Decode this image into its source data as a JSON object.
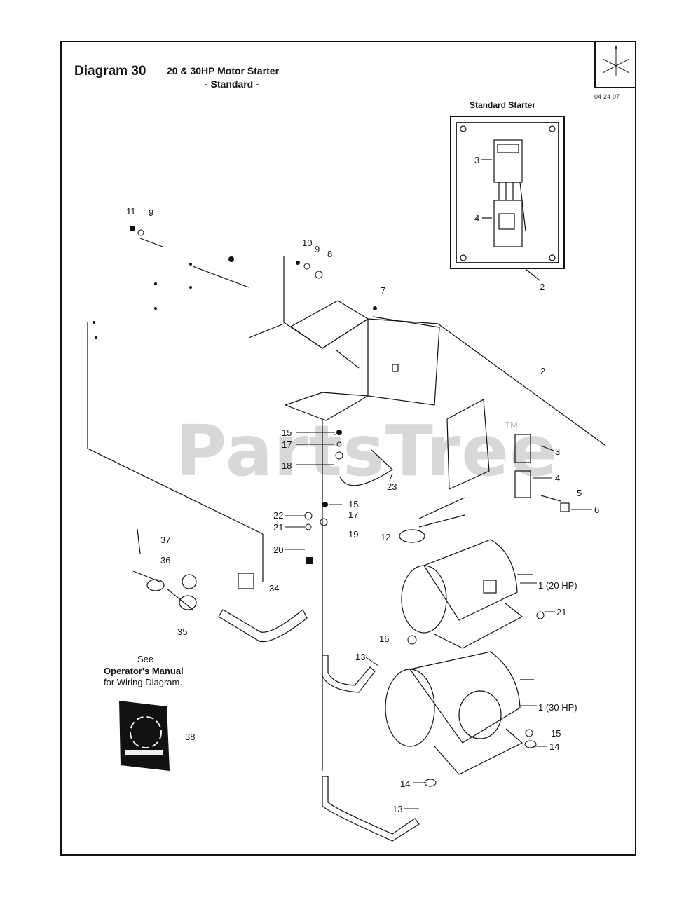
{
  "header": {
    "title": "Diagram 30",
    "subtitle_line1": "20 & 30HP Motor Starter",
    "subtitle_line2": "- Standard -",
    "date": "04-24-07"
  },
  "inset": {
    "title": "Standard Starter",
    "callouts": [
      "3",
      "4",
      "2"
    ]
  },
  "watermark": {
    "text": "PartsTree",
    "tm": "TM"
  },
  "manual_note": {
    "line1": "See",
    "line2": "Operator's Manual",
    "line3": "for Wiring Diagram."
  },
  "callouts": [
    "11",
    "9",
    "10",
    "9",
    "8",
    "7",
    "2",
    "3",
    "4",
    "5",
    "6",
    "15",
    "17",
    "18",
    "23",
    "15",
    "17",
    "19",
    "22",
    "21",
    "20",
    "12",
    "37",
    "36",
    "34",
    "35",
    "1 (20 HP)",
    "21",
    "16",
    "13",
    "1 (30 HP)",
    "15",
    "14",
    "14",
    "13",
    "38"
  ]
}
